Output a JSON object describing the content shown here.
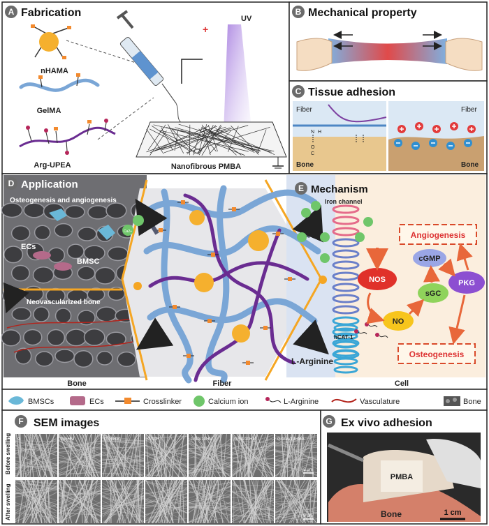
{
  "panels": {
    "a": {
      "letter": "A",
      "title": "Fabrication",
      "labels": {
        "nhama": "nHAMA",
        "gelma": "GelMA",
        "arg_upea": "Arg-UPEA",
        "uv": "UV",
        "pmba": "Nanofibrous PMBA",
        "plus": "+"
      }
    },
    "b": {
      "letter": "B",
      "title": "Mechanical property"
    },
    "c": {
      "letter": "C",
      "title": "Tissue adhesion",
      "labels": {
        "fiber_left": "Fiber",
        "bone_left": "Bone",
        "fiber_right": "Fiber",
        "bone_right": "Bone",
        "chem_n": "N",
        "chem_h": "H",
        "chem_o": "O",
        "chem_c": "C"
      }
    },
    "d": {
      "letter": "D",
      "title": "Application",
      "labels": {
        "osteo_angio": "Osteogenesis and angiogenesis",
        "ecs": "ECs",
        "bmsc": "BMSC",
        "neo_bone": "Neovascularized bone",
        "ca": "Ca2+"
      }
    },
    "e": {
      "letter": "E",
      "title": "Mechanism",
      "labels": {
        "iron_channel": "Iron channel",
        "hcat": "hCAT-1",
        "l_arginine": "L-Arginine",
        "nos": "NOS",
        "no": "NO",
        "sgc": "sGC",
        "cgmp": "cGMP",
        "pkg": "PKG",
        "angiogenesis": "Angiogenesis",
        "osteogenesis": "Osteogenesis"
      }
    },
    "bottom_labels": {
      "bone": "Bone",
      "fiber": "Fiber",
      "cell": "Cell"
    },
    "f": {
      "letter": "F",
      "title": "SEM images",
      "columns": [
        "G",
        "G/5HM",
        "G/10HM",
        "G/10H",
        "G/1A/10HM",
        "G/5A/10HM",
        "G/10A/10HMA"
      ],
      "rows": [
        "Before swelling",
        "After swelling"
      ],
      "scale": "5 μm"
    },
    "g": {
      "letter": "G",
      "title": "Ex vivo adhesion",
      "labels": {
        "pmba": "PMBA",
        "bone": "Bone",
        "scale": "1 cm"
      }
    }
  },
  "legend": {
    "items": [
      {
        "icon": "bmsc-icon",
        "label": "BMSCs"
      },
      {
        "icon": "ec-icon",
        "label": "ECs"
      },
      {
        "icon": "crosslinker-icon",
        "label": "Crosslinker"
      },
      {
        "icon": "calcium-icon",
        "label": "Calcium ion"
      },
      {
        "icon": "arginine-icon",
        "label": "L-Arginine"
      },
      {
        "icon": "vasculature-icon",
        "label": "Vasculature"
      },
      {
        "icon": "bone-icon",
        "label": "Bone"
      }
    ]
  },
  "colors": {
    "accent_orange": "#f5a623",
    "fiber_blue": "#7aa6d6",
    "arg_purple": "#6a2c91",
    "nos_red": "#e0312a",
    "no_yellow": "#f7c51d",
    "sgc_green": "#8fd35b",
    "cgmp_blue": "#9aa6e6",
    "pkg_purple": "#8c4fd1",
    "arrow_orange": "#e8673a"
  }
}
